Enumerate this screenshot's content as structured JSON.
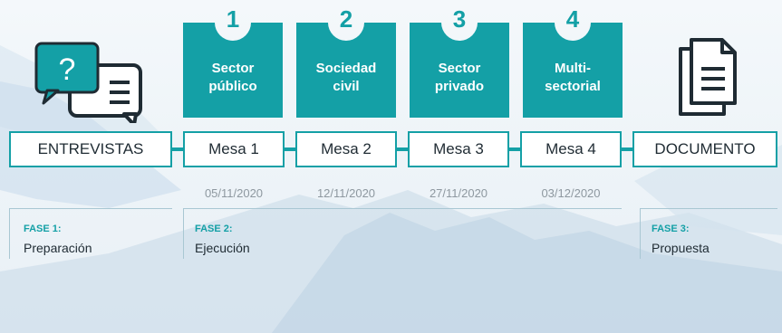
{
  "numbers": [
    "1",
    "2",
    "3",
    "4"
  ],
  "cards": [
    {
      "line1": "Sector",
      "line2": "público"
    },
    {
      "line1": "Sociedad",
      "line2": "civil"
    },
    {
      "line1": "Sector",
      "line2": "privado"
    },
    {
      "line1": "Multi-",
      "line2": "sectorial"
    }
  ],
  "steps": {
    "entrevistas": "ENTREVISTAS",
    "mesa1": "Mesa 1",
    "mesa2": "Mesa 2",
    "mesa3": "Mesa 3",
    "mesa4": "Mesa 4",
    "documento": "DOCUMENTO"
  },
  "dates": [
    "05/11/2020",
    "12/11/2020",
    "27/11/2020",
    "03/12/2020"
  ],
  "phases": [
    {
      "title": "FASE 1:",
      "name": "Preparación"
    },
    {
      "title": "FASE 2:",
      "name": "Ejecución"
    },
    {
      "title": "FASE 3:",
      "name": "Propuesta"
    }
  ],
  "icons": [
    "chat-question-icon",
    "document-icon"
  ],
  "colors": {
    "accent": "#14a0a6",
    "text": "#1f2b33",
    "date": "#8e98a0"
  }
}
